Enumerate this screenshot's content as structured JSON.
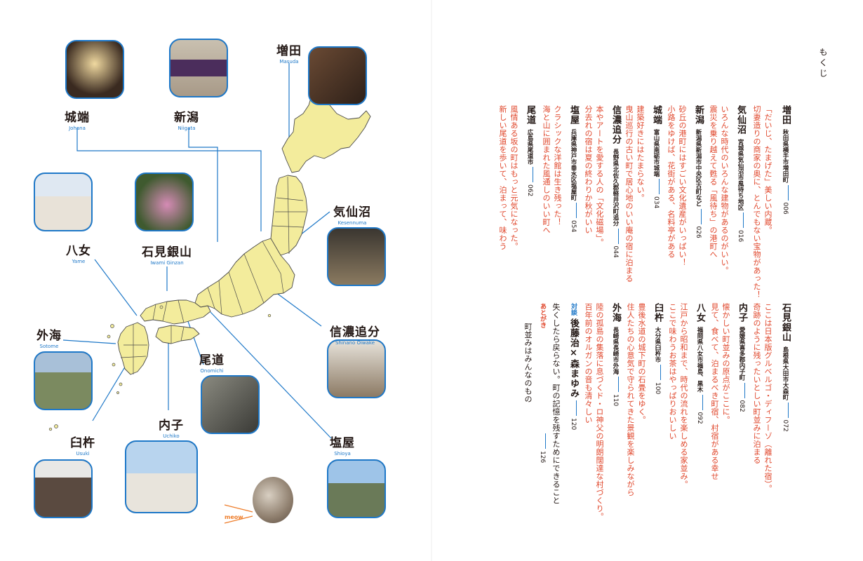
{
  "places": [
    {
      "key": "johana",
      "jp": "城端",
      "en": "Johana"
    },
    {
      "key": "niigata",
      "jp": "新潟",
      "en": "Niigata"
    },
    {
      "key": "masuda",
      "jp": "増田",
      "en": "Masuda"
    },
    {
      "key": "kesennuma",
      "jp": "気仙沼",
      "en": "Kesennuma"
    },
    {
      "key": "yame",
      "jp": "八女",
      "en": "Yame"
    },
    {
      "key": "iwami",
      "jp": "石見銀山",
      "en": "Iwami Ginzan"
    },
    {
      "key": "sotome",
      "jp": "外海",
      "en": "Sotome"
    },
    {
      "key": "shinano",
      "jp": "信濃追分",
      "en": "Shinano Oiwake"
    },
    {
      "key": "onomichi",
      "jp": "尾道",
      "en": "Onomichi"
    },
    {
      "key": "usuki",
      "jp": "臼杵",
      "en": "Usuki"
    },
    {
      "key": "uchiko",
      "jp": "内子",
      "en": "Uchiko"
    },
    {
      "key": "shioya",
      "jp": "塩屋",
      "en": "Shioya"
    }
  ],
  "meow": "meow",
  "toc": {
    "title": "もくじ",
    "entries": [
      {
        "place": "増田",
        "addr": "秋田県横手市増田町",
        "page": "006",
        "desc": [
          "「だいじ、たまげた」美しい内蔵。",
          "切妻造りの商家の奥に、とんでもない宝物があった！"
        ]
      },
      {
        "place": "気仙沼",
        "addr": "宮城県気仙沼市風待ち地区",
        "page": "016",
        "desc": [
          "いろんな時代のいろんな建物があるのがいい。",
          "震災を乗り越えて甦る「風待ち」の港町へ"
        ]
      },
      {
        "place": "新潟",
        "addr": "新潟県新潟市中央区古町など",
        "page": "026",
        "desc": [
          "砂丘の港町にはすごい文化遺産がいっぱい！",
          "小路をゆけば、花街がある、名料亭がある"
        ]
      },
      {
        "place": "城端",
        "addr": "富山県南砺市城端",
        "page": "034",
        "desc": [
          "建築好きにはたまらない。",
          "曳山巡行の古い町で居心地のいい庵の宿に泊まる"
        ]
      },
      {
        "place": "信濃追分",
        "addr": "長野県北佐久郡軽井沢町追分",
        "page": "044",
        "desc": [
          "本やアートを愛する人の「文化磁場」。",
          "分去れの宿は夏の終わりか秋がいい"
        ]
      },
      {
        "place": "塩屋",
        "addr": "兵庫県神戸市垂水区塩屋町",
        "page": "054",
        "desc": [
          "クラシックな洋館は生き残った！",
          "海と山に囲まれた風通しのいい町へ"
        ]
      },
      {
        "place": "尾道",
        "addr": "広島県尾道市",
        "page": "062",
        "desc": [
          "風情ある坂の町はもっと元気になった。",
          "新しい尾道を歩いて、泊まって、味わう"
        ]
      },
      {
        "place": "石見銀山",
        "addr": "島根県大田市大森町",
        "page": "072",
        "desc": [
          "ここは日本版グルベルゴ・ディフーゾ（離れた宿）。",
          "奇跡のように残ったいとしい町並みに泊まる"
        ]
      },
      {
        "place": "内子",
        "addr": "愛媛県喜多郡内子町",
        "page": "082",
        "desc": [
          "懐かしい町並みの原点がここに。",
          "見て、食べて、泊まるべき町宿、村宿がある幸せ"
        ]
      },
      {
        "place": "八女",
        "addr": "福岡県八女市福島、黒木",
        "page": "092",
        "desc": [
          "江戸から昭和まで、時代の流れを楽しめる家並み。",
          "ここで味わうお茶はやっぱりおいしい"
        ]
      },
      {
        "place": "臼杵",
        "addr": "大分県臼杵市",
        "page": "100",
        "desc": [
          "豊後水道の城下町の石畳をゆく。",
          "住人たちの心意気で守られてきた景観を楽しみながら"
        ]
      },
      {
        "place": "外海",
        "addr": "長崎県長崎市外海",
        "page": "110",
        "desc": [
          "陸の孤島の集落に息づくド・ロ神父の明朗闊達な村づくり。",
          "百年前のオルガンの音も清々しい"
        ]
      },
      {
        "label": "対談",
        "place": "後藤治×森まゆみ",
        "page": "120",
        "desc": [
          "失くしたら戻らない。町の記憶を残すためにできること"
        ]
      },
      {
        "label": "あとがき",
        "place": "",
        "page": "126",
        "desc": [
          "町並みはみんなのもの"
        ]
      }
    ]
  }
}
